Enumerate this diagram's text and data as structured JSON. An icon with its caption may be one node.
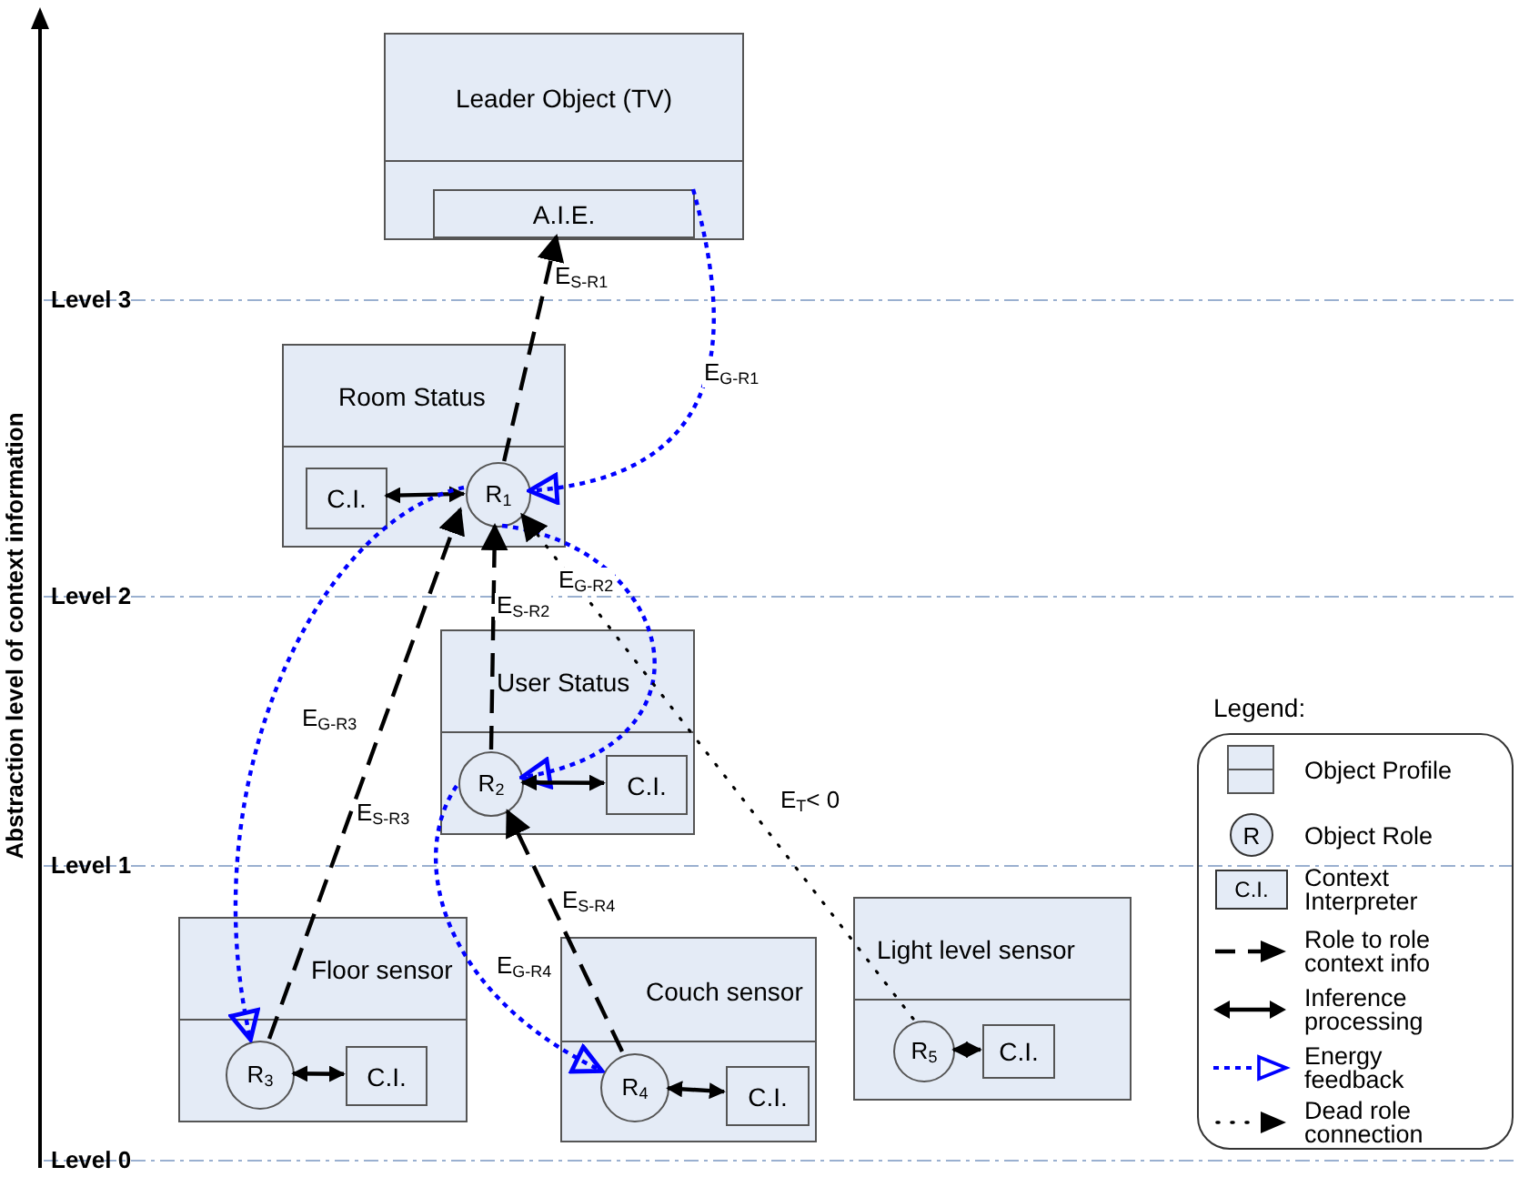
{
  "diagram": {
    "nodes": [
      {
        "text": [
          "Leader Object (TV)"
        ]
      },
      {
        "text": [
          "A.I.E."
        ],
        "in": 0
      },
      {
        "text": [
          "Room Status"
        ]
      },
      {
        "text": [
          "C.I."
        ],
        "in": 2
      },
      {
        "text": [
          "R$_{1}$"
        ],
        "in": 2
      },
      {
        "text": [
          "User Status"
        ]
      },
      {
        "text": [
          "R$_{2}$"
        ],
        "in": 5
      },
      {
        "text": [
          "C.I."
        ],
        "in": 5
      },
      {
        "text": [
          "Floor sensor"
        ]
      },
      {
        "text": [
          "R$_{3}$"
        ],
        "in": 8
      },
      {
        "text": [
          "C.I."
        ],
        "in": 8
      },
      {
        "text": [
          "Couch sensor"
        ]
      },
      {
        "text": [
          "R$_{4}$"
        ],
        "in": 11
      },
      {
        "text": [
          "C.I."
        ],
        "in": 11
      },
      {
        "text": [
          "Light level sensor"
        ]
      },
      {
        "text": [
          "R$_{5}$"
        ],
        "in": 14
      },
      {
        "text": [
          "C.I."
        ],
        "in": 14
      }
    ],
    "edges": [
      {
        "from": 4,
        "to": 1,
        "arrow": "to",
        "label": "E$_{S-R1}$",
        "style": "dashed"
      },
      {
        "from": 1,
        "to": 4,
        "arrow": "to",
        "label": "E$_{G-R1}$",
        "style": "dashed",
        "color": "#0000ff"
      },
      {
        "from": 4,
        "to": 3,
        "arrow": "both"
      },
      {
        "from": 6,
        "to": 4,
        "arrow": "to",
        "label": "E$_{S-R2}$",
        "style": "dashed"
      },
      {
        "from": 4,
        "to": 6,
        "arrow": "to",
        "label": "E$_{G-R2}$",
        "style": "dashed",
        "color": "#0000ff"
      },
      {
        "from": 9,
        "to": 4,
        "arrow": "to",
        "label": "E$_{S-R3}$",
        "style": "dashed"
      },
      {
        "from": 4,
        "to": 9,
        "arrow": "to",
        "label": "E$_{G-R3}$",
        "style": "dashed",
        "color": "#0000ff"
      },
      {
        "from": 12,
        "to": 6,
        "arrow": "to",
        "label": "E$_{S-R4}$",
        "style": "dashed"
      },
      {
        "from": 6,
        "to": 12,
        "arrow": "to",
        "label": "E$_{G-R4}$",
        "style": "dashed",
        "color": "#0000ff"
      },
      {
        "from": 6,
        "to": 7,
        "arrow": "both"
      },
      {
        "from": 9,
        "to": 10,
        "arrow": "both"
      },
      {
        "from": 12,
        "to": 13,
        "arrow": "both"
      },
      {
        "from": 15,
        "to": 16,
        "arrow": "both"
      },
      {
        "from": 15,
        "to": 4,
        "arrow": "to",
        "label": "E$_{T}$< 0",
        "style": "dashed"
      }
    ],
    "labels": [
      "Abstraction level of context information",
      "Level 3",
      "Level 2",
      "Level 1",
      "Level 0",
      "Legend:",
      "R",
      "C.I."
    ],
    "legend": [
      {
        "text": "Object Profile"
      },
      {
        "text": "Object Role"
      },
      {
        "text": "Context Interpreter"
      },
      {
        "text": "Role to role context info"
      },
      {
        "text": "Inference processing"
      },
      {
        "text": "Energy feedback"
      },
      {
        "text": "Dead role connection"
      }
    ]
  }
}
